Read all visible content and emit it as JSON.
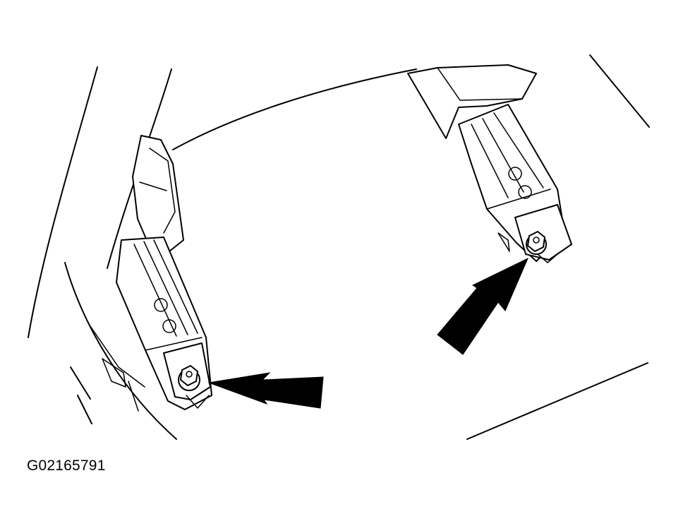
{
  "figure": {
    "id_label": "G02165791"
  },
  "callouts": [
    {
      "target": "left-mount-nut",
      "direction": "left"
    },
    {
      "target": "right-mount-nut",
      "direction": "up-right"
    }
  ],
  "colors": {
    "line": "#000000",
    "background": "#ffffff"
  }
}
